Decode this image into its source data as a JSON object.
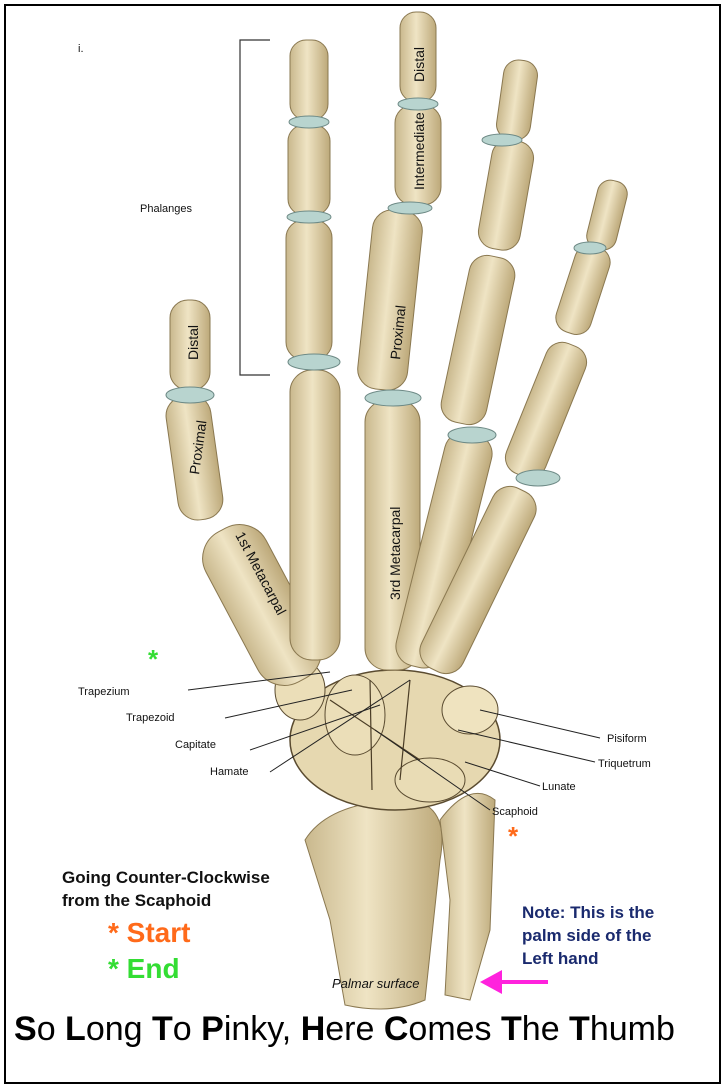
{
  "panel_label": "i.",
  "brackets": {
    "phalanges": "Phalanges"
  },
  "bones": {
    "distal_thumb": "Distal",
    "proximal_thumb": "Proximal",
    "distal_middle": "Distal",
    "intermediate_middle": "Intermediate",
    "proximal_middle": "Proximal",
    "metacarpal_1": "1st Metacarpal",
    "metacarpal_3": "3rd Metacarpal"
  },
  "carpals": {
    "trapezium": "Trapezium",
    "trapezoid": "Trapezoid",
    "capitate": "Capitate",
    "hamate": "Hamate",
    "pisiform": "Pisiform",
    "triquetrum": "Triquetrum",
    "lunate": "Lunate",
    "scaphoid": "Scaphoid"
  },
  "legend": {
    "line1": "Going Counter-Clockwise",
    "line2": "from the Scaphoid",
    "start": "* Start",
    "end": "* End",
    "start_color": "#ff6a1a",
    "end_color": "#33dd33"
  },
  "note": {
    "line1": "Note: This is the",
    "line2": "palm side of the",
    "line3": "Left hand"
  },
  "palmar": "Palmar surface",
  "arrow_color": "#ff22dd",
  "markers": {
    "green": "*",
    "orange": "*"
  },
  "mnemonic": [
    {
      "first": "S",
      "rest": "o "
    },
    {
      "first": "L",
      "rest": "ong "
    },
    {
      "first": "T",
      "rest": "o "
    },
    {
      "first": "P",
      "rest": "inky, "
    },
    {
      "first": "H",
      "rest": "ere "
    },
    {
      "first": "C",
      "rest": "omes "
    },
    {
      "first": "T",
      "rest": "he "
    },
    {
      "first": "T",
      "rest": "humb"
    }
  ]
}
